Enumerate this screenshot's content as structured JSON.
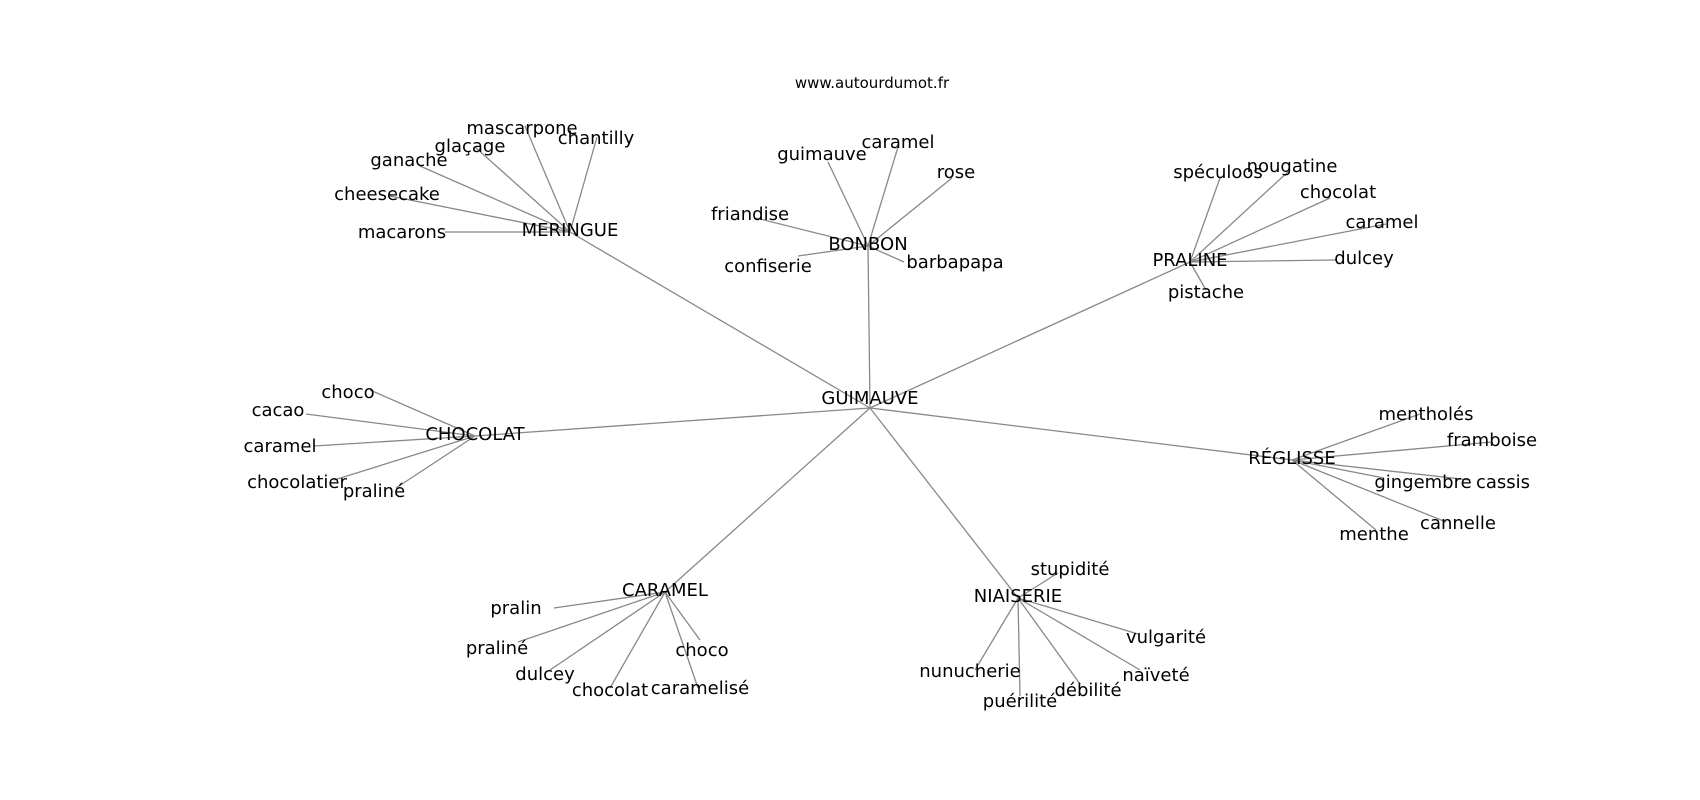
{
  "source": "www.autourdumot.fr",
  "center": "GUIMAUVE",
  "clusters": [
    {
      "name": "MERINGUE",
      "children": [
        "mascarpone",
        "chantilly",
        "glaçage",
        "ganache",
        "cheesecake",
        "macarons"
      ]
    },
    {
      "name": "BONBON",
      "children": [
        "guimauve",
        "caramel",
        "rose",
        "friandise",
        "confiserie",
        "barbapapa"
      ]
    },
    {
      "name": "PRALINE",
      "children": [
        "spéculoos",
        "nougatine",
        "chocolat",
        "caramel",
        "dulcey",
        "pistache"
      ]
    },
    {
      "name": "CHOCOLAT",
      "children": [
        "choco",
        "cacao",
        "caramel",
        "chocolatier",
        "praliné"
      ]
    },
    {
      "name": "RÉGLISSE",
      "children": [
        "mentholés",
        "framboise",
        "gingembre",
        "cassis",
        "cannelle",
        "menthe"
      ]
    },
    {
      "name": "CARAMEL",
      "children": [
        "pralin",
        "praliné",
        "dulcey",
        "chocolat",
        "caramelisé",
        "choco"
      ]
    },
    {
      "name": "NIAISERIE",
      "children": [
        "stupidité",
        "vulgarité",
        "naïveté",
        "débilité",
        "puérilité",
        "nunucherie"
      ]
    }
  ]
}
